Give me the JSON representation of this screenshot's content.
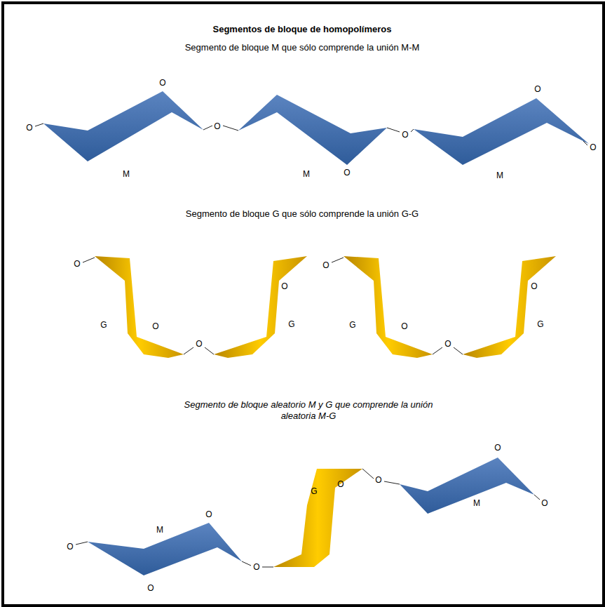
{
  "diagram": {
    "title": "Segmentos de bloque de homopolímeros",
    "labels": [
      "Segmento de bloque M que sólo comprende la unión M-M",
      "O",
      "O",
      "O",
      "M",
      "M",
      "O",
      "O",
      "O",
      "O",
      "M",
      "Segmento de bloque G que sólo comprende la unión G-G",
      "O",
      "G",
      "O",
      "O",
      "O",
      "G",
      "O",
      "G",
      "O",
      "O",
      "O",
      "G",
      "Segmento de bloque aleatorio M y G que comprende la unión aleatoria M-G",
      "O",
      "G",
      "O",
      "O",
      "O",
      "M",
      "O",
      "O",
      "M",
      "O",
      "O"
    ]
  }
}
